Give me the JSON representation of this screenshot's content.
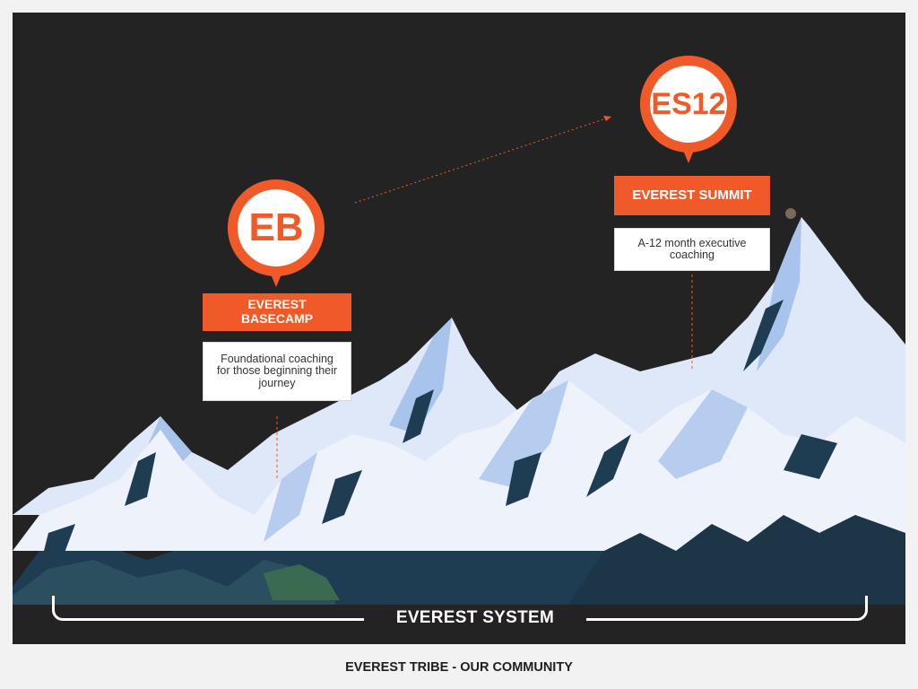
{
  "basecamp": {
    "badge": "EB",
    "label": "EVEREST\nBASECAMP",
    "description": "Foundational coaching for those beginning their journey"
  },
  "summit": {
    "badge": "ES12",
    "label": "EVEREST SUMMIT",
    "description": "A-12 month executive coaching"
  },
  "system_label": "EVEREST SYSTEM",
  "footer": "EVEREST TRIBE - OUR COMMUNITY",
  "colors": {
    "accent": "#f05a28",
    "background": "#232323",
    "snow": "#eef2fb",
    "ice": "#a9c4ec",
    "rock": "#1f3d52"
  }
}
